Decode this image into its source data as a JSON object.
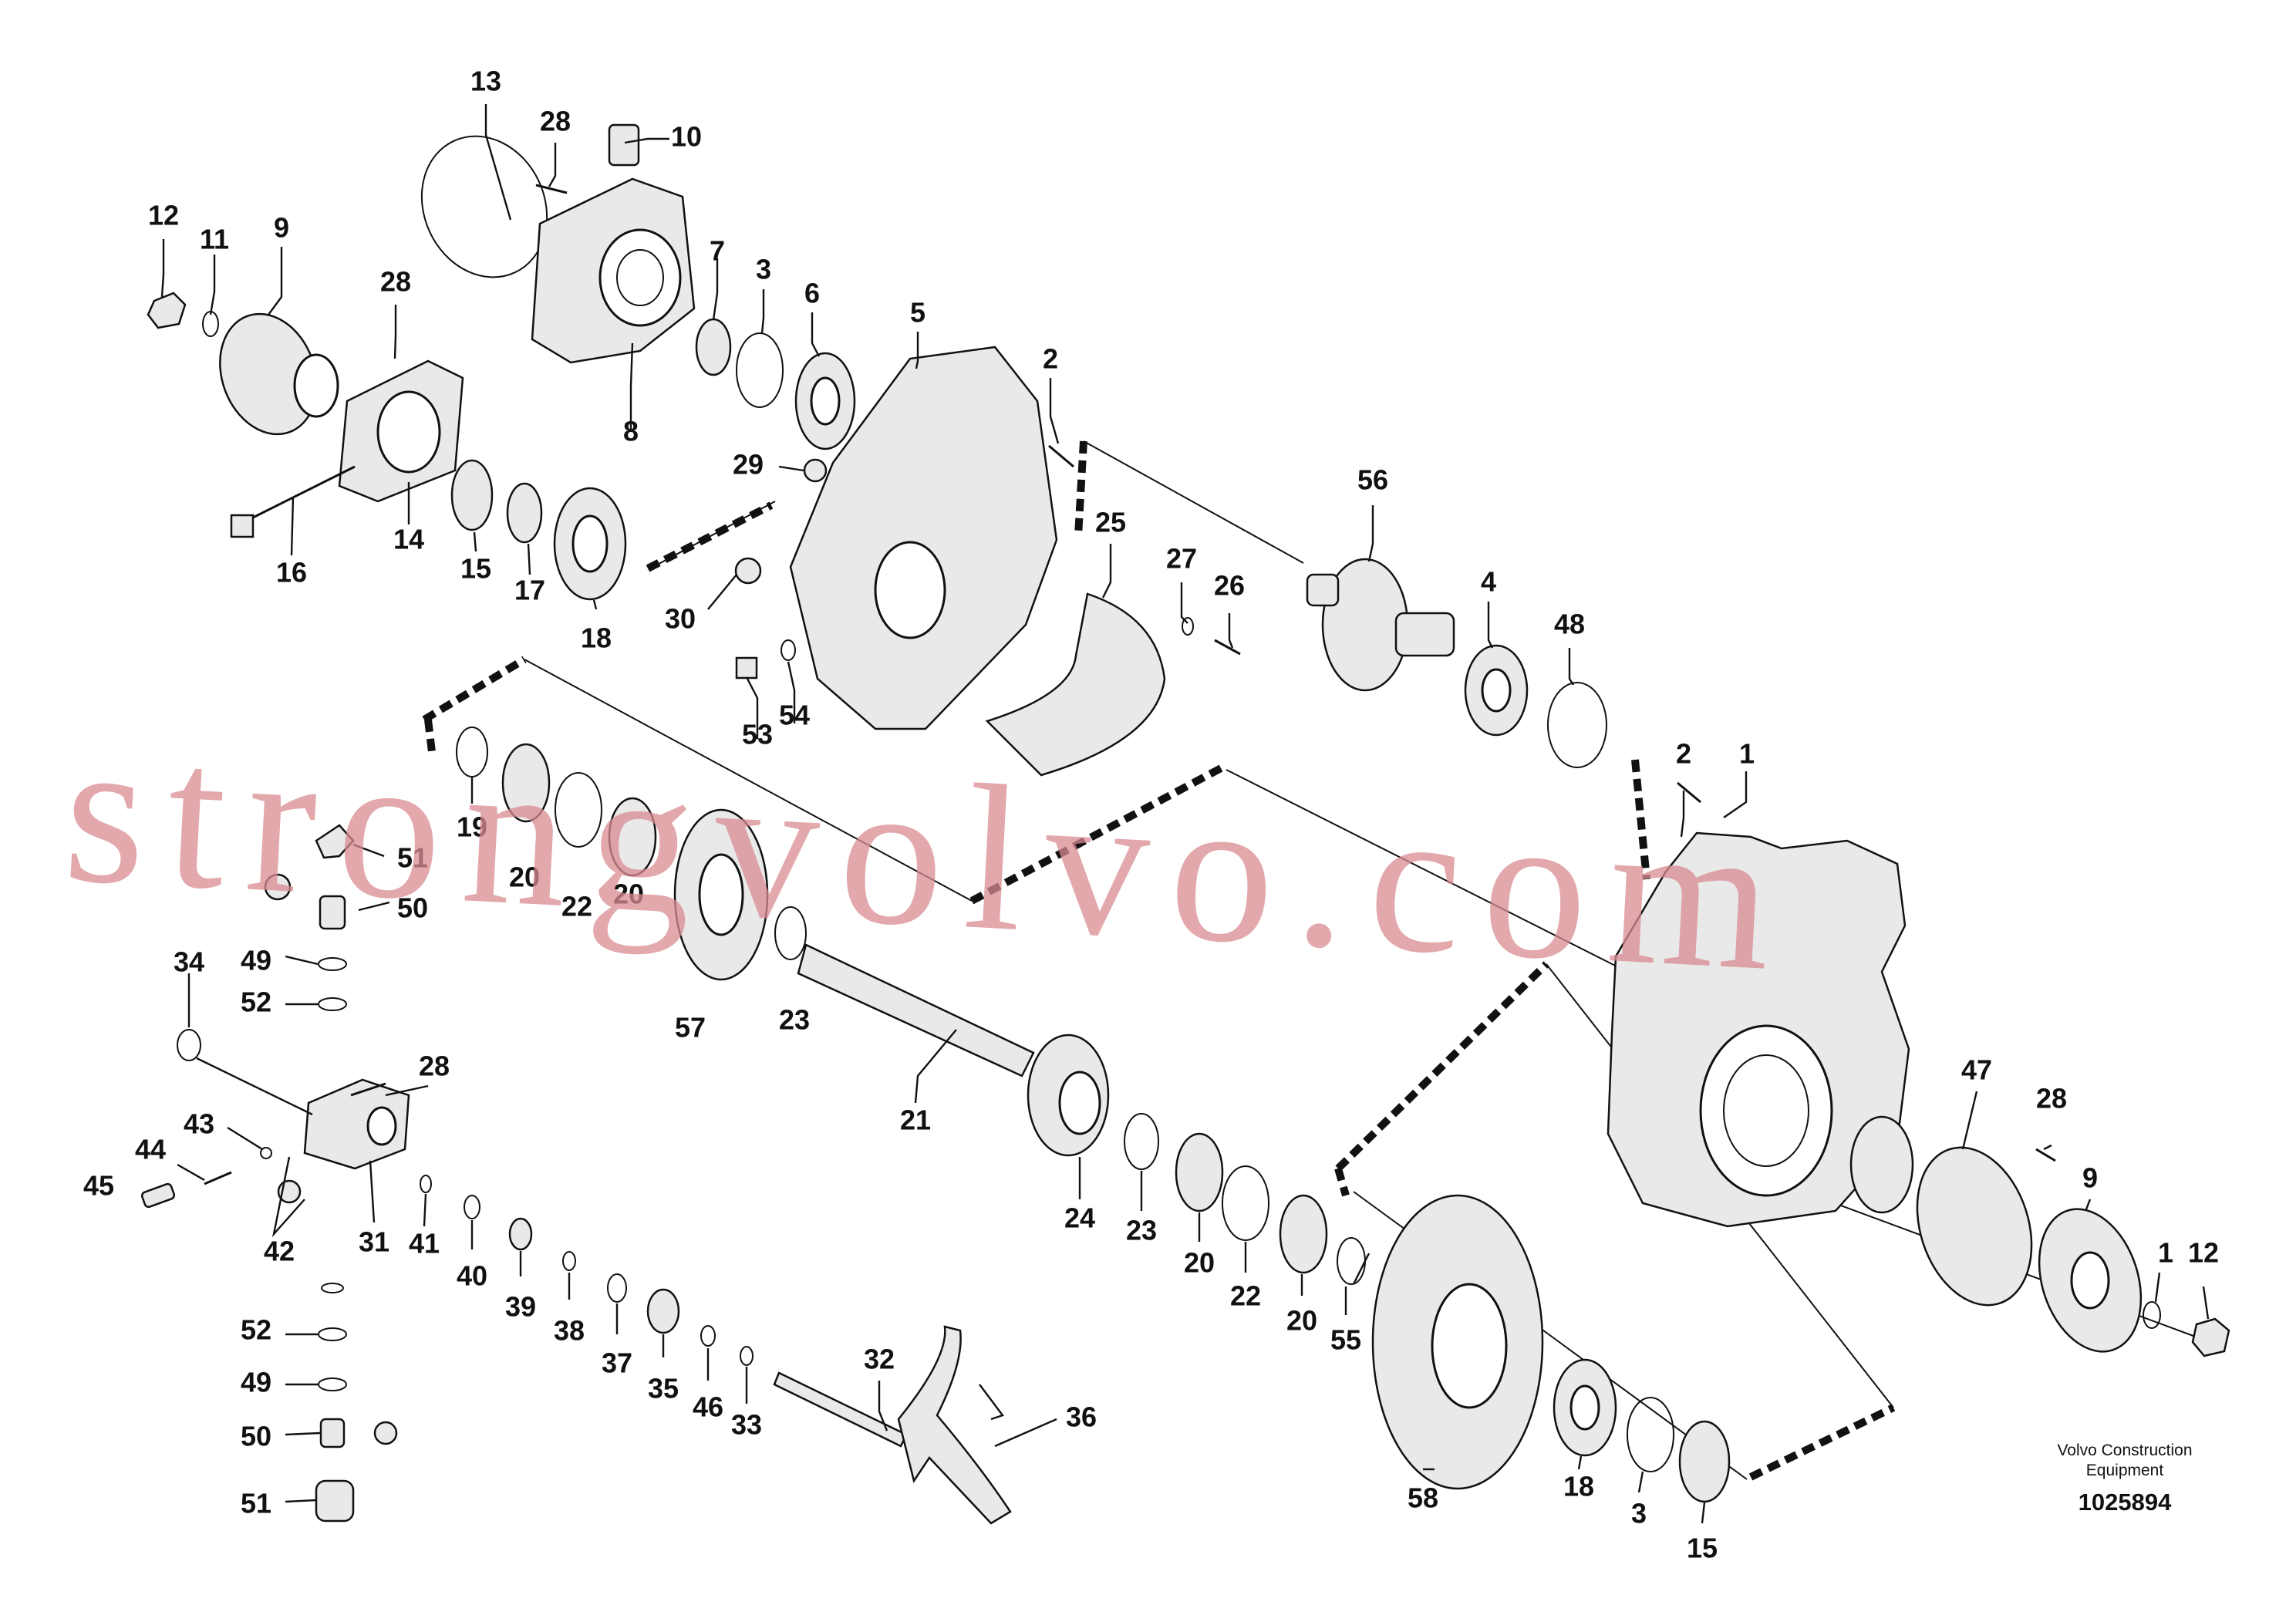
{
  "watermark": "strongvolvo.com",
  "footer": {
    "brand_line1": "Volvo Construction",
    "brand_line2": "Equipment",
    "drawing_number": "1025894"
  },
  "callouts": [
    "1",
    "1",
    "2",
    "2",
    "3",
    "3",
    "4",
    "5",
    "6",
    "7",
    "8",
    "9",
    "9",
    "10",
    "11",
    "12",
    "12",
    "13",
    "14",
    "15",
    "15",
    "16",
    "17",
    "18",
    "18",
    "19",
    "20",
    "20",
    "20",
    "20",
    "21",
    "22",
    "22",
    "23",
    "23",
    "24",
    "25",
    "26",
    "27",
    "28",
    "28",
    "28",
    "28",
    "29",
    "30",
    "31",
    "32",
    "33",
    "34",
    "35",
    "36",
    "37",
    "38",
    "39",
    "40",
    "41",
    "42",
    "43",
    "44",
    "45",
    "46",
    "47",
    "48",
    "49",
    "49",
    "50",
    "50",
    "51",
    "51",
    "52",
    "52",
    "53",
    "54",
    "55",
    "56",
    "57",
    "58"
  ]
}
